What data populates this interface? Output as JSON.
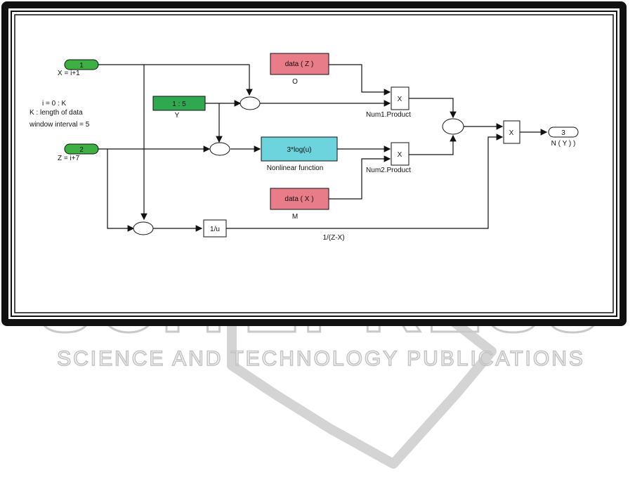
{
  "ports": {
    "in1": {
      "num": "1",
      "label": "X = i+1"
    },
    "in2": {
      "num": "2",
      "label": "Z = i+7"
    },
    "out": {
      "num": "3",
      "label": "N ( Y ) )"
    }
  },
  "constant": {
    "value": "1 : 5",
    "label": "Y"
  },
  "annotation": {
    "line1": "i = 0 : K",
    "line2": "K : length of data",
    "line3": "window interval = 5"
  },
  "blocks": {
    "dataZ": {
      "text": "data ( Z )",
      "label": "O"
    },
    "dataX": {
      "text": "data ( X )",
      "label": "M"
    },
    "nonlinear": {
      "text": "3*log(u)",
      "label": "Nonlinear function"
    },
    "recip": {
      "text": "1/u",
      "signal": "1/(Z-X)"
    },
    "prod1": {
      "symbol": "X",
      "label": "Num1.Product"
    },
    "prod2": {
      "symbol": "X",
      "label": "Num2.Product"
    },
    "prod3": {
      "symbol": "X"
    }
  },
  "watermark": {
    "main": "SCITEPRESS",
    "sub": "SCIENCE AND TECHNOLOGY PUBLICATIONS"
  },
  "colors": {
    "port_green": "#3cb043",
    "constant_green": "#2fa84f",
    "lookup_pink": "#e87c88",
    "nonlinear_cyan": "#6dd3dc",
    "frame_black": "#111111",
    "watermark_gray": "#c9c9c9"
  }
}
